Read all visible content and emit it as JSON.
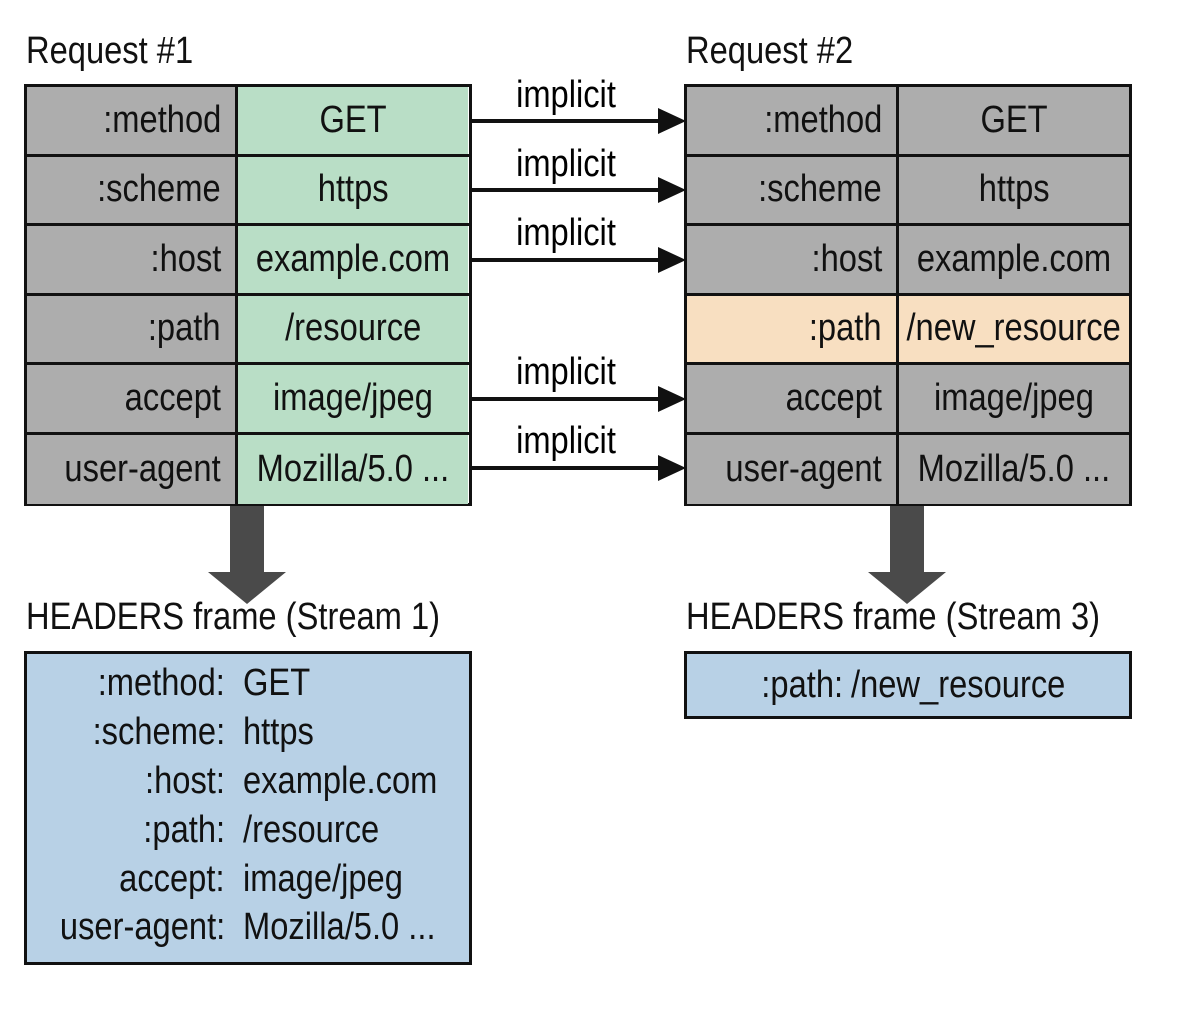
{
  "request1": {
    "title": "Request #1",
    "rows": [
      {
        "key": ":method",
        "value": "GET"
      },
      {
        "key": ":scheme",
        "value": "https"
      },
      {
        "key": ":host",
        "value": "example.com"
      },
      {
        "key": ":path",
        "value": "/resource"
      },
      {
        "key": "accept",
        "value": "image/jpeg"
      },
      {
        "key": "user-agent",
        "value": "Mozilla/5.0 ..."
      }
    ]
  },
  "request2": {
    "title": "Request #2",
    "rows": [
      {
        "key": ":method",
        "value": "GET"
      },
      {
        "key": ":scheme",
        "value": "https"
      },
      {
        "key": ":host",
        "value": "example.com"
      },
      {
        "key": ":path",
        "value": "/new_resource"
      },
      {
        "key": "accept",
        "value": "image/jpeg"
      },
      {
        "key": "user-agent",
        "value": "Mozilla/5.0 ..."
      }
    ]
  },
  "arrows": {
    "implicit_label": "implicit"
  },
  "frame1": {
    "title": "HEADERS frame (Stream 1)",
    "rows": [
      {
        "key": ":method:",
        "value": "GET"
      },
      {
        "key": ":scheme:",
        "value": "https"
      },
      {
        "key": ":host:",
        "value": "example.com"
      },
      {
        "key": ":path:",
        "value": "/resource"
      },
      {
        "key": "accept:",
        "value": "image/jpeg"
      },
      {
        "key": "user-agent:",
        "value": "Mozilla/5.0 ..."
      }
    ]
  },
  "frame2": {
    "title": "HEADERS frame (Stream 3)",
    "rows": [
      {
        "key": ":path:",
        "value": "/new_resource"
      }
    ]
  },
  "colors": {
    "key_gray": "#adadad",
    "request1_value_green": "#b9dec6",
    "changed_orange": "#f8dfc1",
    "frame_blue": "#b8d1e6",
    "down_arrow": "#4a4a4a"
  }
}
